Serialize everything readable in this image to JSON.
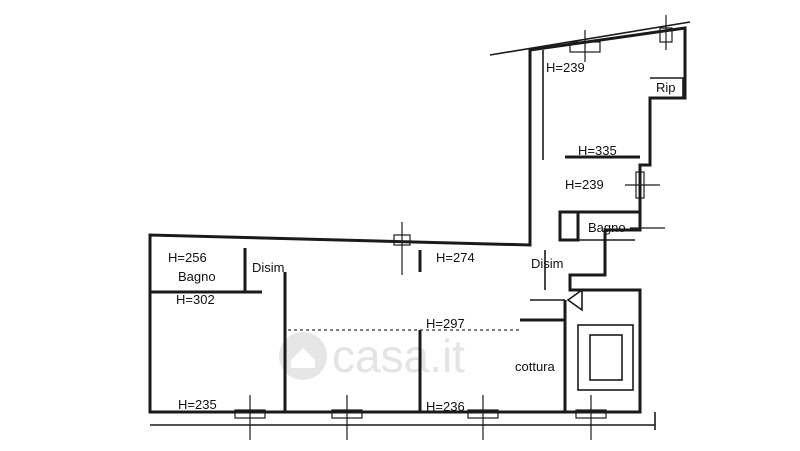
{
  "labels": {
    "rip": "Rip",
    "h239_top": "H=239",
    "h335": "H=335",
    "h239_mid": "H=239",
    "bagno_right": "Bagno",
    "disim_right": "Disim",
    "h274": "H=274",
    "h256": "H=256",
    "bagno_left": "Bagno",
    "disim_left": "Disim",
    "h302": "H=302",
    "h297": "H=297",
    "cottura": "cottura",
    "h235": "H=235",
    "h236": "H=236"
  },
  "watermark": "casa.it"
}
